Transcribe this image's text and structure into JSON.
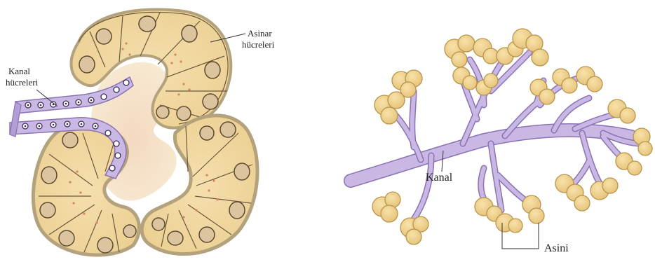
{
  "left_panel": {
    "labels": {
      "acinar_cells": [
        "Asinar",
        "hücreleri"
      ],
      "duct_cells": [
        "Kanal",
        "hücreleri"
      ]
    }
  },
  "right_panel": {
    "labels": {
      "duct": "Kanal",
      "acini": "Asini"
    }
  },
  "colors": {
    "duct": "#c9b8e4",
    "duct_outline": "#8a72b4",
    "acinus": "#f1d595",
    "acinus_outline": "#b8954a",
    "cell_fill": "#f3dcaa",
    "capsule": "#bfae8a",
    "lumen": "#f1ddbf",
    "nucleus": "#dbc3a0"
  }
}
